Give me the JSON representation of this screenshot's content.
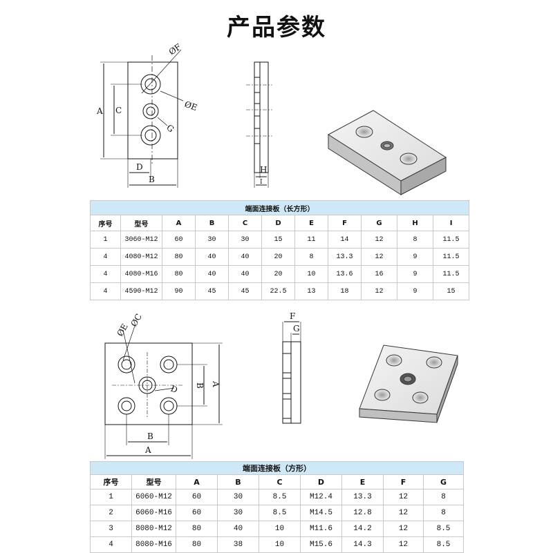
{
  "title": "产品参数",
  "diagram_labels": {
    "top": {
      "A": "A",
      "B": "B",
      "C": "C",
      "D": "D",
      "E": "ØE",
      "F": "ØF",
      "G": "G",
      "H": "H",
      "I": "I"
    },
    "bottom": {
      "A": "A",
      "B": "B",
      "C": "ØC",
      "D": "D",
      "E": "ØE",
      "F": "F",
      "G": "G"
    }
  },
  "table_rect": {
    "caption": "端面连接板（长方形）",
    "headers": [
      "序号",
      "型号",
      "A",
      "B",
      "C",
      "D",
      "E",
      "F",
      "G",
      "H",
      "I"
    ],
    "rows": [
      [
        "1",
        "3060-M12",
        "60",
        "30",
        "30",
        "15",
        "11",
        "14",
        "12",
        "8",
        "11.5"
      ],
      [
        "4",
        "4080-M12",
        "80",
        "40",
        "40",
        "20",
        "8",
        "13.3",
        "12",
        "9",
        "11.5"
      ],
      [
        "4",
        "4080-M16",
        "80",
        "40",
        "40",
        "20",
        "10",
        "13.6",
        "16",
        "9",
        "11.5"
      ],
      [
        "4",
        "4590-M12",
        "90",
        "45",
        "45",
        "22.5",
        "13",
        "18",
        "12",
        "9",
        "15"
      ]
    ]
  },
  "table_square": {
    "caption": "端面连接板（方形）",
    "headers": [
      "序号",
      "型号",
      "A",
      "B",
      "C",
      "D",
      "E",
      "F",
      "G"
    ],
    "rows": [
      [
        "1",
        "6060-M12",
        "60",
        "30",
        "8.5",
        "M12.4",
        "13.3",
        "12",
        "8"
      ],
      [
        "2",
        "6060-M16",
        "60",
        "30",
        "8.5",
        "M14.5",
        "12.8",
        "12",
        "8"
      ],
      [
        "3",
        "8080-M12",
        "80",
        "40",
        "10",
        "M11.6",
        "14.2",
        "12",
        "8.5"
      ],
      [
        "4",
        "8080-M16",
        "80",
        "38",
        "10",
        "M15.6",
        "14.3",
        "12",
        "8.5"
      ]
    ]
  }
}
